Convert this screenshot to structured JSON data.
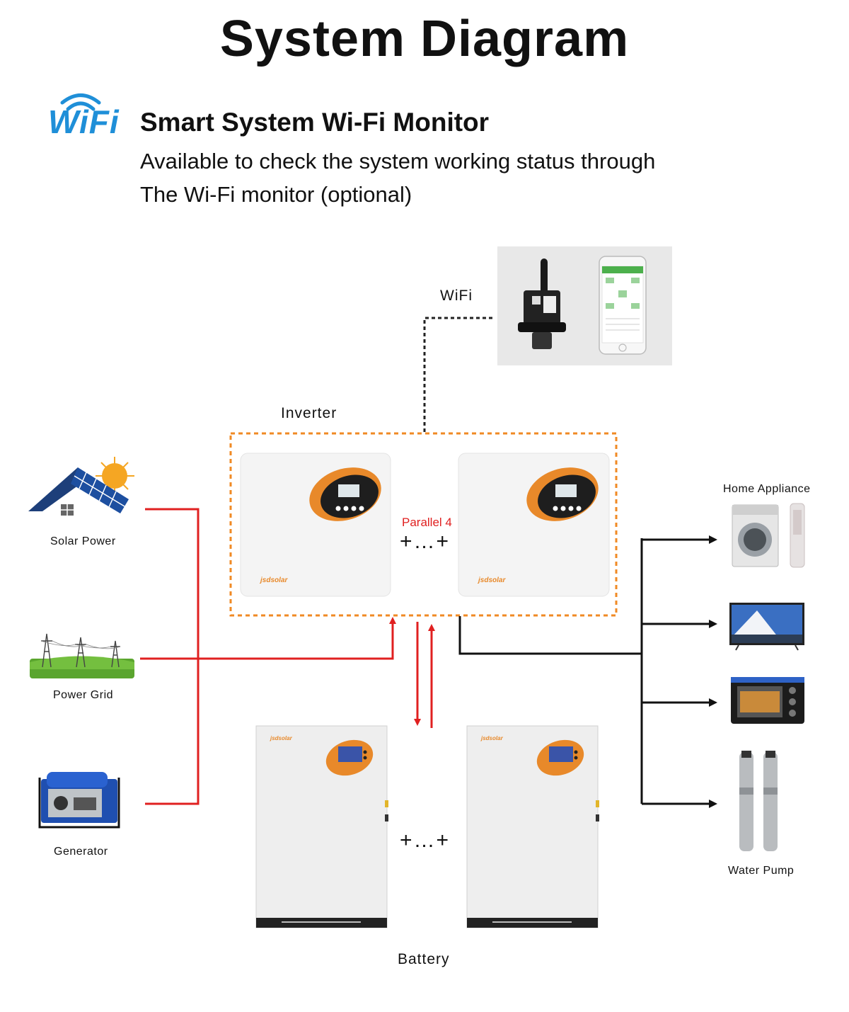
{
  "title": "System Diagram",
  "feature": {
    "logo_text": "WiFi",
    "heading": "Smart System Wi-Fi Monitor",
    "line1": "Available to check the system working status through",
    "line2": "The Wi-Fi monitor (optional)"
  },
  "labels": {
    "wifi": "WiFi",
    "inverter": "Inverter",
    "parallel": "Parallel 4",
    "inverter_plus": "+…+",
    "battery_plus": "+…+",
    "battery": "Battery",
    "solar": "Solar Power",
    "grid": "Power Grid",
    "generator": "Generator",
    "home_appliance": "Home Appliance",
    "water_pump": "Water Pump",
    "brand": "jsdsolar"
  },
  "colors": {
    "power_line": "#e02020",
    "load_line": "#111111",
    "inverter_frame": "#f08a24",
    "accent_orange": "#e8892a",
    "wifi_blue": "#1f8fd8"
  }
}
